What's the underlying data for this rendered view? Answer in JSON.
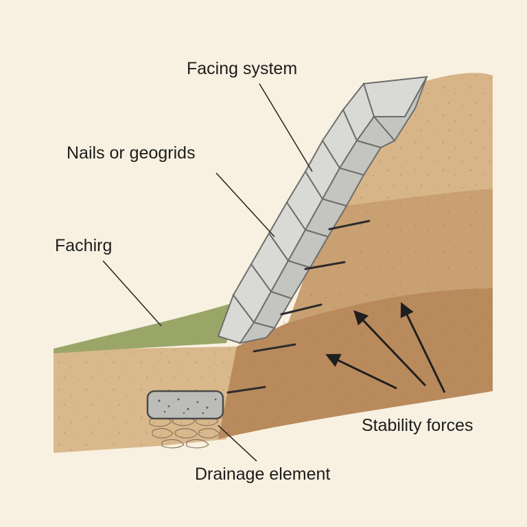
{
  "labels": {
    "facing_system": "Facing system",
    "nails_or_geogrids": "Nails or geogrids",
    "faching": "Fachirg",
    "stability_forces": "Stability forces",
    "drainage_element": "Drainage element"
  },
  "colors": {
    "background": "#f8f1e1",
    "soil_upper": "#d7b588",
    "soil_middle": "#c9a072",
    "soil_lower": "#b98a5c",
    "grass": "#9aa668",
    "facing_block": "#d9d9d6",
    "arrow": "#1f1f1f"
  }
}
